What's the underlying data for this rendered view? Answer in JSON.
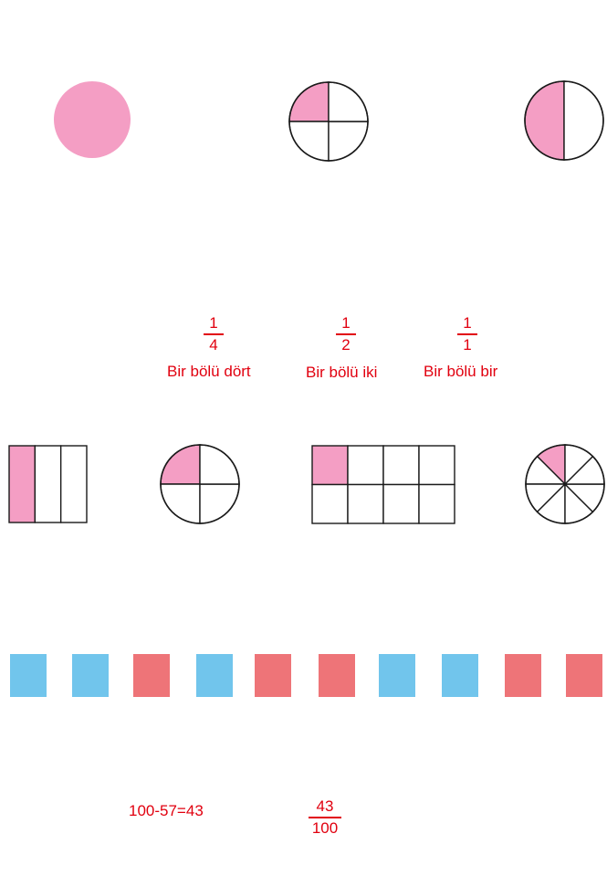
{
  "colors": {
    "pink": "#f49ec4",
    "blue": "#71c5ec",
    "coral": "#ee7478",
    "stroke": "#1a1a1a",
    "text": "#e1000f"
  },
  "fractions": [
    {
      "numerator": "1",
      "denominator": "4",
      "label": "Bir bölü dört"
    },
    {
      "numerator": "1",
      "denominator": "2",
      "label": "Bir bölü iki"
    },
    {
      "numerator": "1",
      "denominator": "1",
      "label": "Bir bölü bir"
    }
  ],
  "shapes_row1": [
    {
      "kind": "circle",
      "parts": 1,
      "shaded": 1
    },
    {
      "kind": "circle",
      "parts": 4,
      "shaded": 1
    },
    {
      "kind": "circle",
      "parts": 2,
      "shaded": 1
    }
  ],
  "shapes_row2": [
    {
      "kind": "rect-columns",
      "parts": 3,
      "shaded": 1
    },
    {
      "kind": "circle",
      "parts": 4,
      "shaded": 1
    },
    {
      "kind": "rect-grid",
      "parts": 8,
      "shaded": 1
    },
    {
      "kind": "circle",
      "parts": 8,
      "shaded": 1
    }
  ],
  "squares": [
    "blue",
    "blue",
    "coral",
    "blue",
    "coral",
    "coral",
    "blue",
    "blue",
    "coral",
    "coral"
  ],
  "subtraction": "100-57=43",
  "result_fraction": {
    "numerator": "43",
    "denominator": "100"
  }
}
